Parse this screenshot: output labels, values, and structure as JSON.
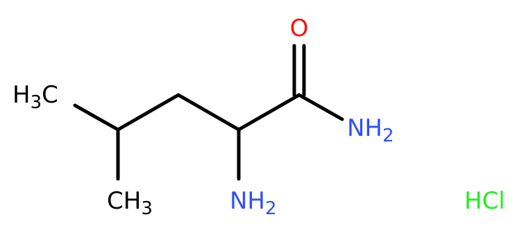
{
  "molecule": {
    "labels": {
      "o": {
        "text": "O",
        "color": "#ff0d0d"
      },
      "nh2_amide": {
        "main": "NH",
        "sub": "2",
        "color": "#3050f8"
      },
      "nh2_alpha": {
        "main": "NH",
        "sub": "2",
        "color": "#3050f8"
      },
      "ch3_left": {
        "main": "H",
        "sub": "3",
        "tail": "C",
        "color": "#000000"
      },
      "ch3_bottom": {
        "main": "CH",
        "sub": "3",
        "color": "#000000"
      },
      "hcl": {
        "text": "HCl",
        "color": "#1ff01f"
      }
    },
    "bond_color": "#000000"
  }
}
